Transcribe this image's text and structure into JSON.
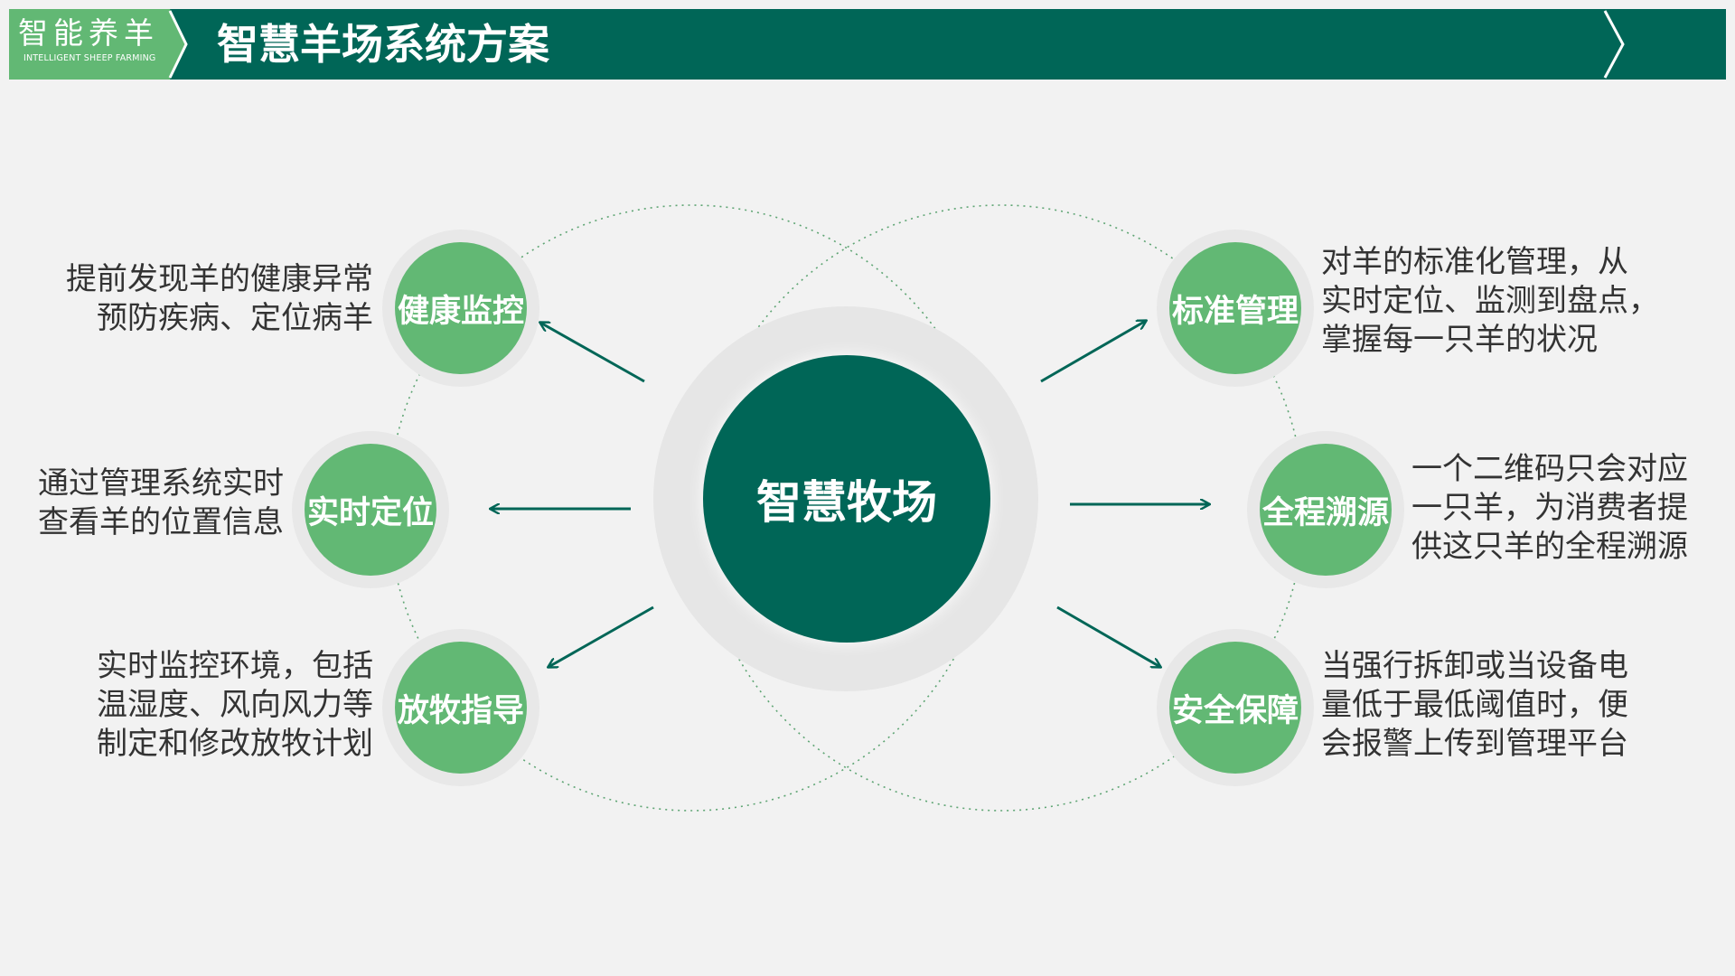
{
  "header": {
    "brand_cn": "智能养羊",
    "brand_en": "INTELLIGENT SHEEP FARMING",
    "title": "智慧羊场系统方案"
  },
  "center": {
    "label": "智慧牧场"
  },
  "features": {
    "health": {
      "label": "健康监控",
      "desc": [
        "提前发现羊的健康异常",
        "预防疾病、定位病羊"
      ]
    },
    "location": {
      "label": "实时定位",
      "desc": [
        "通过管理系统实时",
        "查看羊的位置信息"
      ]
    },
    "grazing": {
      "label": "放牧指导",
      "desc": [
        "实时监控环境，包括",
        "温湿度、风向风力等",
        "制定和修改放牧计划"
      ]
    },
    "standard": {
      "label": "标准管理",
      "desc": [
        "对羊的标准化管理，从",
        "实时定位、监测到盘点，",
        "掌握每一只羊的状况"
      ]
    },
    "trace": {
      "label": "全程溯源",
      "desc": [
        "一个二维码只会对应",
        "一只羊，为消费者提",
        "供这只羊的全程溯源"
      ]
    },
    "safety": {
      "label": "安全保障",
      "desc": [
        "当强行拆卸或当设备电",
        "量低于最低阈值时，便",
        "会报警上传到管理平台"
      ]
    }
  },
  "colors": {
    "dark_green": "#006657",
    "light_green": "#62b874",
    "background": "#f2f2f2",
    "text": "#333333"
  }
}
